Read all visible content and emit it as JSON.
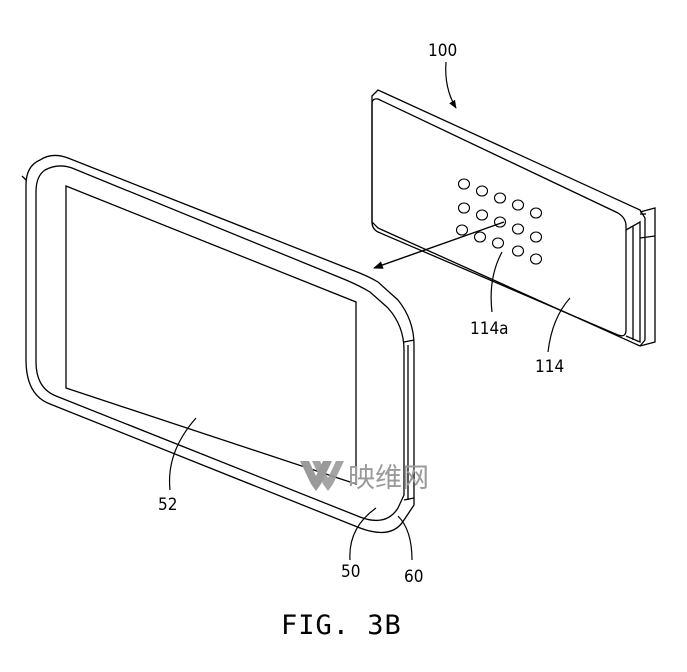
{
  "figure": {
    "caption": "FIG. 3B",
    "labels": {
      "device_assembly": "100",
      "panel": "114",
      "dots": "114a",
      "screen": "52",
      "phone": "50",
      "case": "60"
    }
  },
  "watermark": {
    "logo_text": "映维网"
  },
  "colors": {
    "line": "#000000",
    "watermark": "#9a9a9a",
    "background": "#ffffff"
  }
}
